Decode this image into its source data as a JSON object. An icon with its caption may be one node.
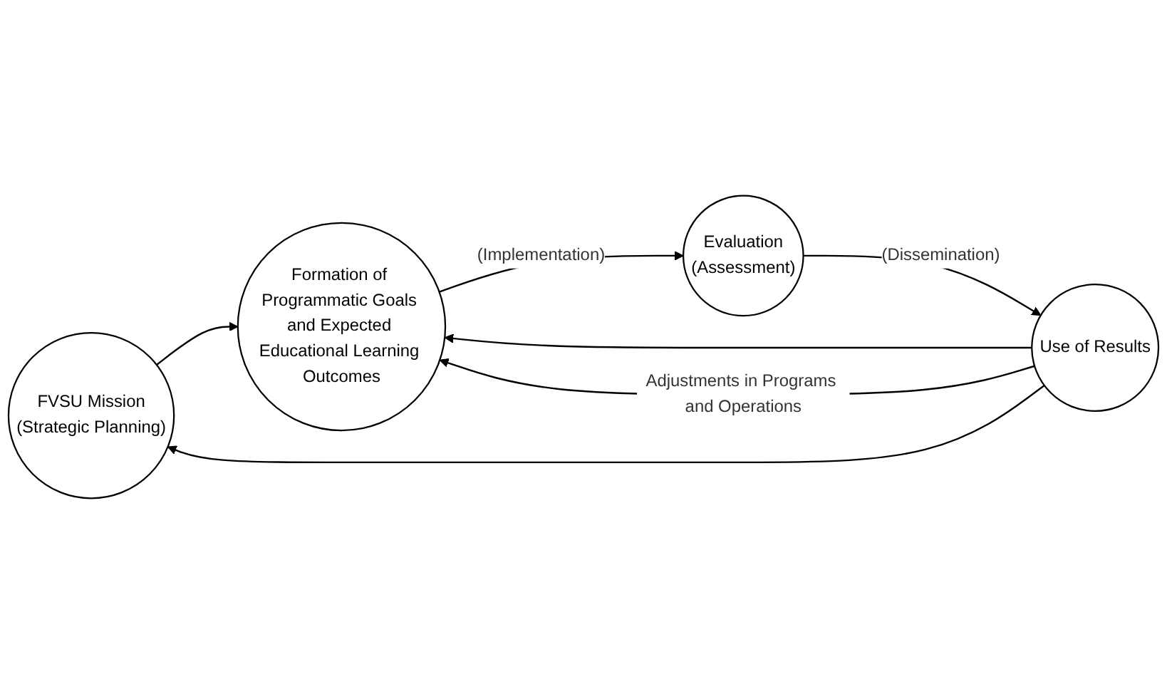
{
  "diagram": {
    "nodes": [
      {
        "text": [
          "FVSU Mission",
          "(Strategic Planning)"
        ]
      },
      {
        "text": [
          "Use of Results"
        ]
      },
      {
        "text": [
          "Formation of Programmatic Goals and Expected Educational Learning Outcomes"
        ]
      },
      {
        "text": [
          "Evaluation",
          "(Assessment)"
        ]
      }
    ],
    "edges": [
      {
        "from": 1,
        "to": 0,
        "arrow": "to"
      },
      {
        "from": 0,
        "to": 2,
        "arrow": "to"
      },
      {
        "from": 1,
        "to": 2,
        "arrow": "to"
      },
      {
        "from": 1,
        "to": 2,
        "arrow": "to",
        "label": "Adjustments in Programs and Operations"
      },
      {
        "from": 2,
        "to": 3,
        "arrow": "to",
        "label": "(Implementation)"
      },
      {
        "from": 3,
        "to": 1,
        "arrow": "to",
        "label": "(Dissemination)"
      }
    ]
  }
}
